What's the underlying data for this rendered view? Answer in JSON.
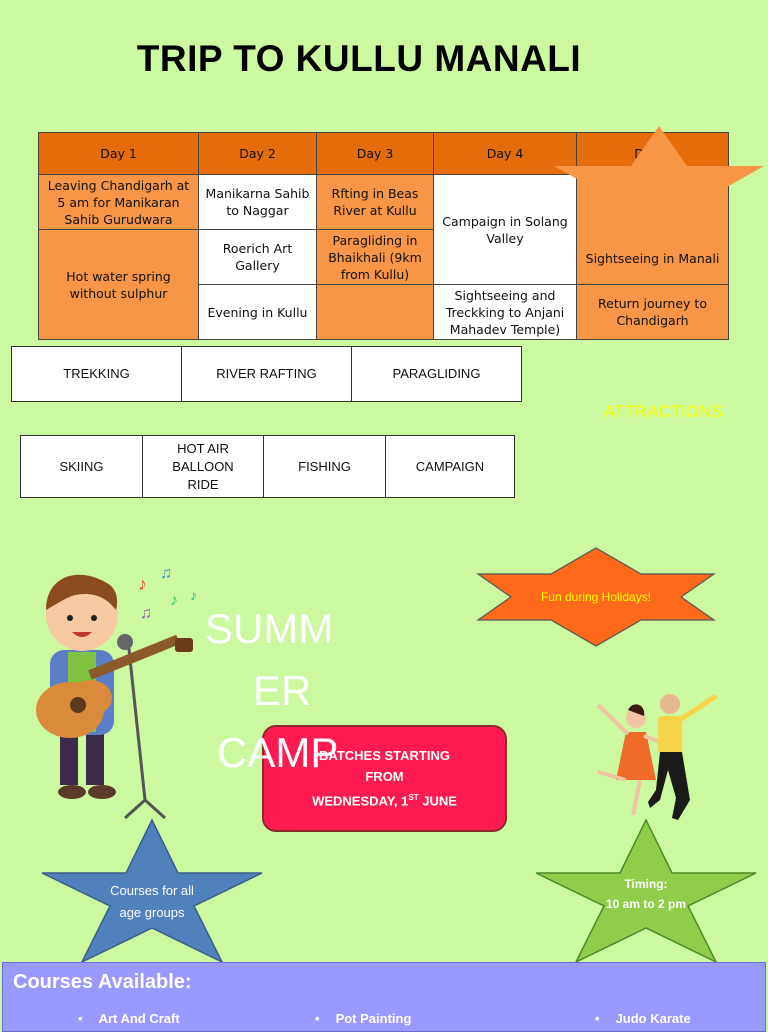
{
  "title": "TRIP TO KULLU MANALI",
  "itinerary": {
    "headers": [
      "Day 1",
      "Day 2",
      "Day 3",
      "Day 4",
      "Day 5"
    ],
    "cells": {
      "d1_a": "Leaving Chandigarh at 5 am for Manikaran Sahib Gurudwara",
      "d1_b": "Hot water spring without sulphur",
      "d2_a": "Manikarna Sahib to Naggar",
      "d2_b": "Roerich Art Gallery",
      "d2_c": "Evening in Kullu",
      "d3_a": "Rfting in Beas River at Kullu",
      "d3_b": "Paragliding in Bhaikhali (9km from Kullu)",
      "d4_a": "Campaign in Solang Valley",
      "d4_b": "Sightseeing and Treckking to Anjani Mahadev Temple)",
      "d5_a": "Sightseeing in Manali",
      "d5_b": "Return journey to Chandigarh"
    }
  },
  "attractions": {
    "label": "ATTRACTIONS",
    "row1": [
      "TREKKING",
      "RIVER RAFTING",
      "PARAGLIDING"
    ],
    "row2": [
      "SKIING",
      "HOT AIR BALLOON RIDE",
      "FISHING",
      "CAMPAIGN"
    ]
  },
  "summer_camp": {
    "line1": "SUMM",
    "line2": "ER",
    "line3": "CAMP"
  },
  "batch": {
    "line1": "BATCHES STARTING",
    "line2": "FROM",
    "line3_pre": "WEDNESDAY, 1",
    "line3_sup": "ST",
    "line3_post": " JUNE"
  },
  "fun_badge": "Fun during Holidays!",
  "star_left": {
    "line1": "Courses for all",
    "line2": "age groups"
  },
  "star_right": {
    "line1": "Timing:",
    "line2": "10 am to 2 pm"
  },
  "courses": {
    "title": "Courses Available:",
    "items": [
      "Art And Craft",
      "Pot Painting",
      "Judo Karate"
    ]
  },
  "colors": {
    "background": "#ccf99f",
    "table_header": "#e46c0a",
    "table_orange": "#f79646",
    "batch_box": "#ff1a4f",
    "fun_star": "#ff6a1a",
    "left_star": "#4f81bd",
    "right_star": "#8fce4a",
    "courses_panel": "#9999ff"
  }
}
